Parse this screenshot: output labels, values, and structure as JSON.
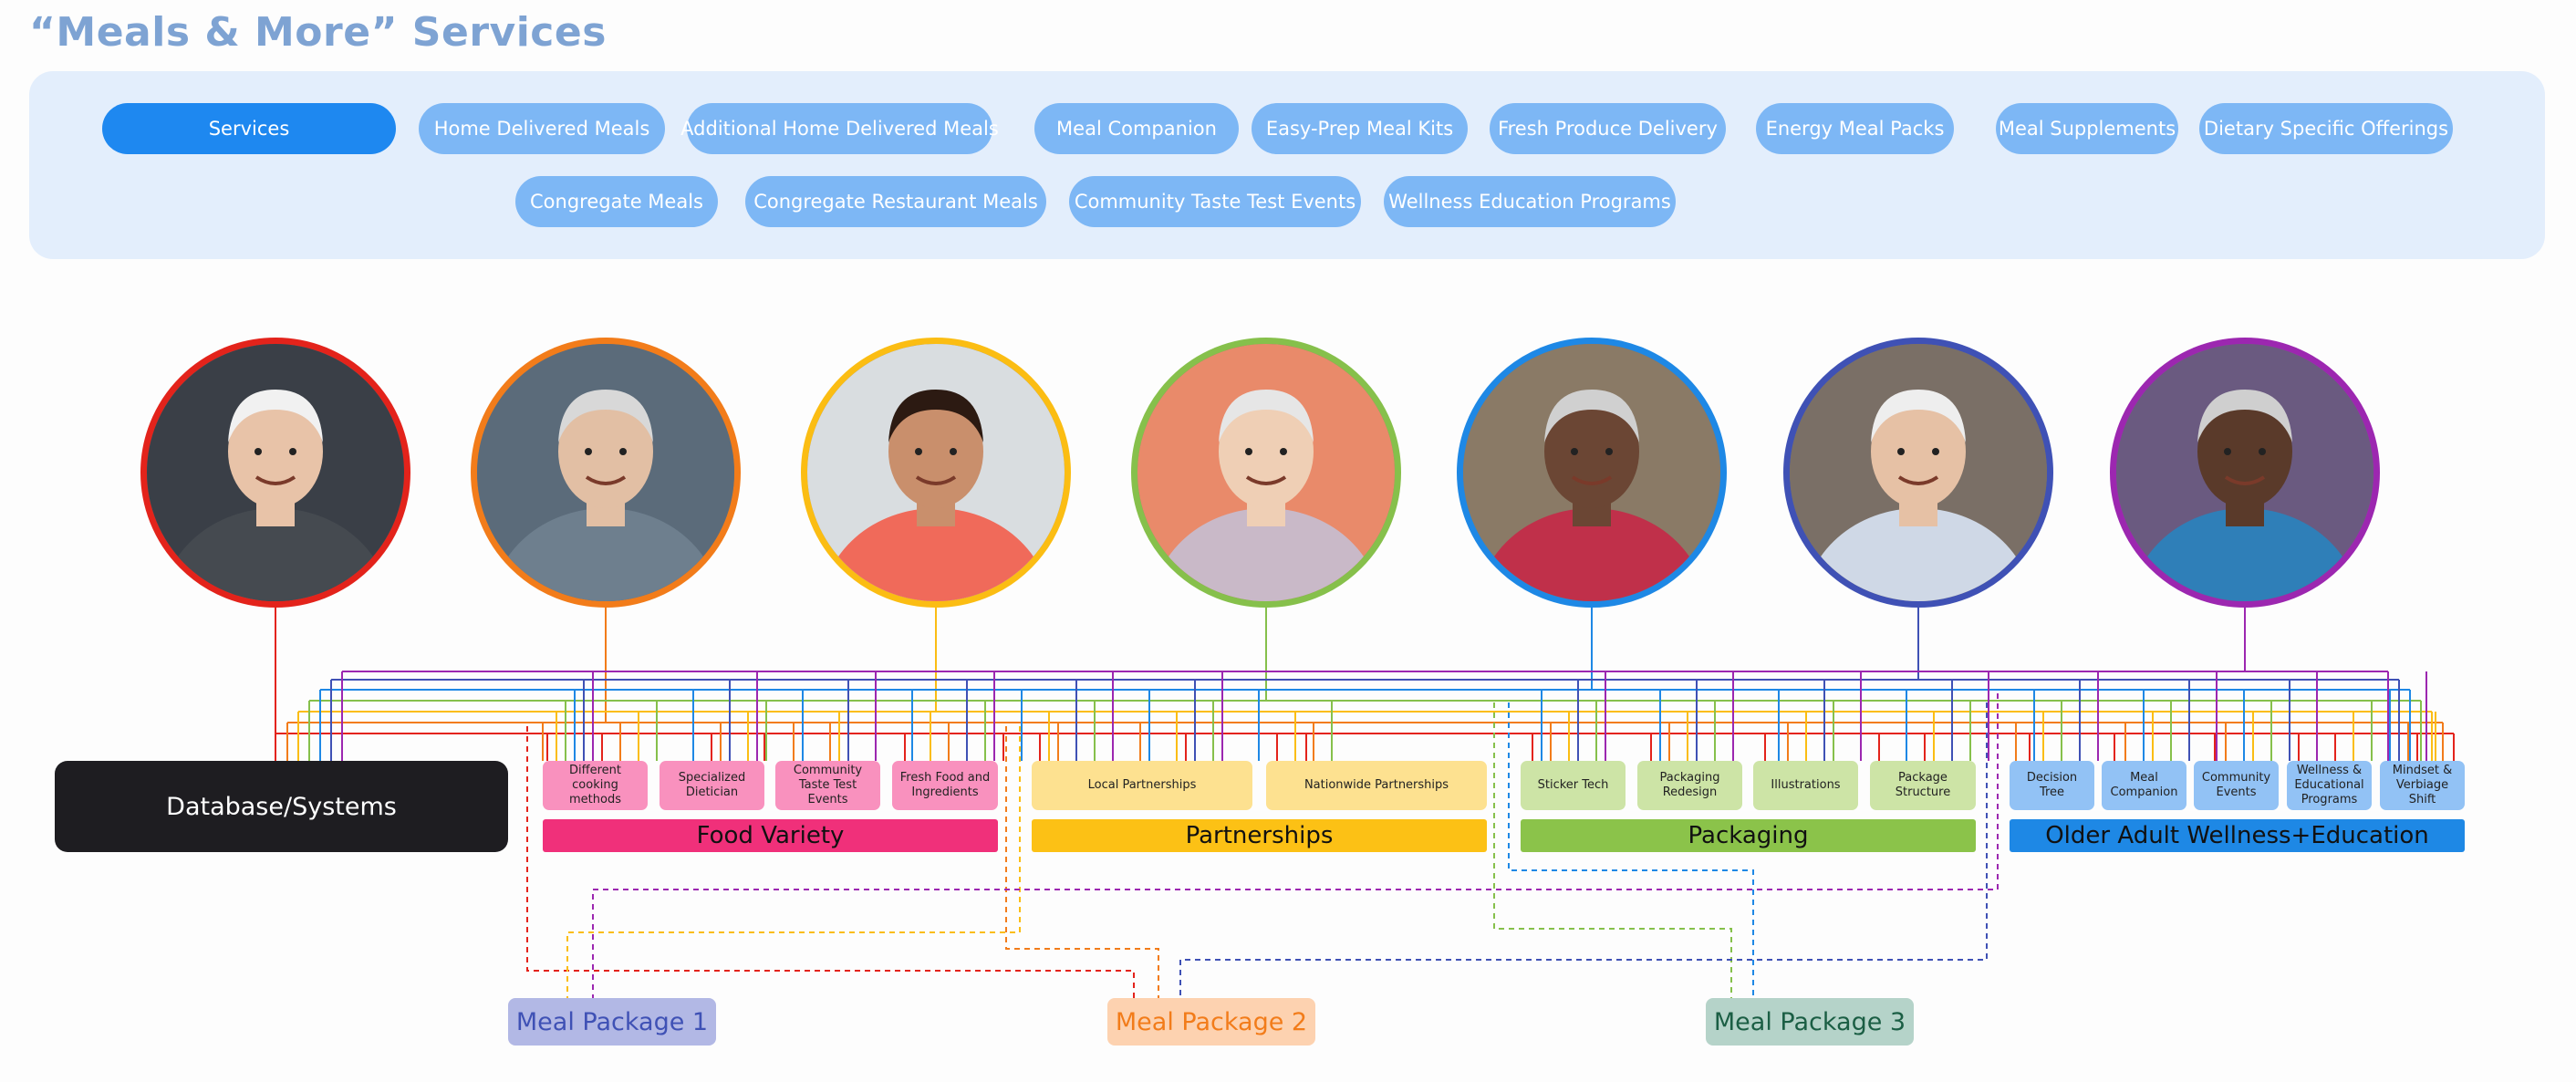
{
  "title": "“Meals & More” Services",
  "nav": {
    "row1": [
      "Services",
      "Home Delivered Meals",
      "Additional Home Delivered Meals",
      "Meal Companion",
      "Easy-Prep Meal Kits",
      "Fresh Produce Delivery",
      "Energy Meal Packs",
      "Meal Supplements",
      "Dietary Specific Offerings"
    ],
    "row2": [
      "Congregate Meals",
      "Congregate Restaurant Meals",
      "Community Taste Test Events",
      "Wellness Education Programs"
    ],
    "active": "Services"
  },
  "personas": [
    {
      "ring": "#e3231b"
    },
    {
      "ring": "#f27c1a"
    },
    {
      "ring": "#fbbd13"
    },
    {
      "ring": "#86c04b"
    },
    {
      "ring": "#1e88e5"
    },
    {
      "ring": "#3f51b5"
    },
    {
      "ring": "#9c27b0"
    }
  ],
  "database": "Database/Systems",
  "categories": [
    {
      "name": "Food Variety",
      "color": "#f0307a",
      "chip": "#f991be",
      "items": [
        "Different cooking methods",
        "Specialized Dietician",
        "Community Taste Test Events",
        "Fresh Food and Ingredients"
      ]
    },
    {
      "name": "Partnerships",
      "color": "#fcc115",
      "chip": "#fde190",
      "items": [
        "Local Partnerships",
        "Nationwide Partnerships"
      ]
    },
    {
      "name": "Packaging",
      "color": "#8bc34a",
      "chip": "#cde4a6",
      "items": [
        "Sticker Tech",
        "Packaging Redesign",
        "Illustrations",
        "Package Structure"
      ]
    },
    {
      "name": "Older Adult Wellness+Education",
      "color": "#1e88e5",
      "chip": "#92c2f5",
      "items": [
        "Decision Tree",
        "Meal Companion",
        "Community Events",
        "Wellness & Educational Programs",
        "Mindset & Verbiage Shift"
      ]
    }
  ],
  "packages": [
    {
      "name": "Meal Package 1",
      "bg": "#b2b8e5",
      "fg": "#3f51b5"
    },
    {
      "name": "Meal Package 2",
      "bg": "#fdd2b0",
      "fg": "#f27c1a"
    },
    {
      "name": "Meal Package 3",
      "bg": "#b5d3c9",
      "fg": "#1b5e44"
    }
  ]
}
